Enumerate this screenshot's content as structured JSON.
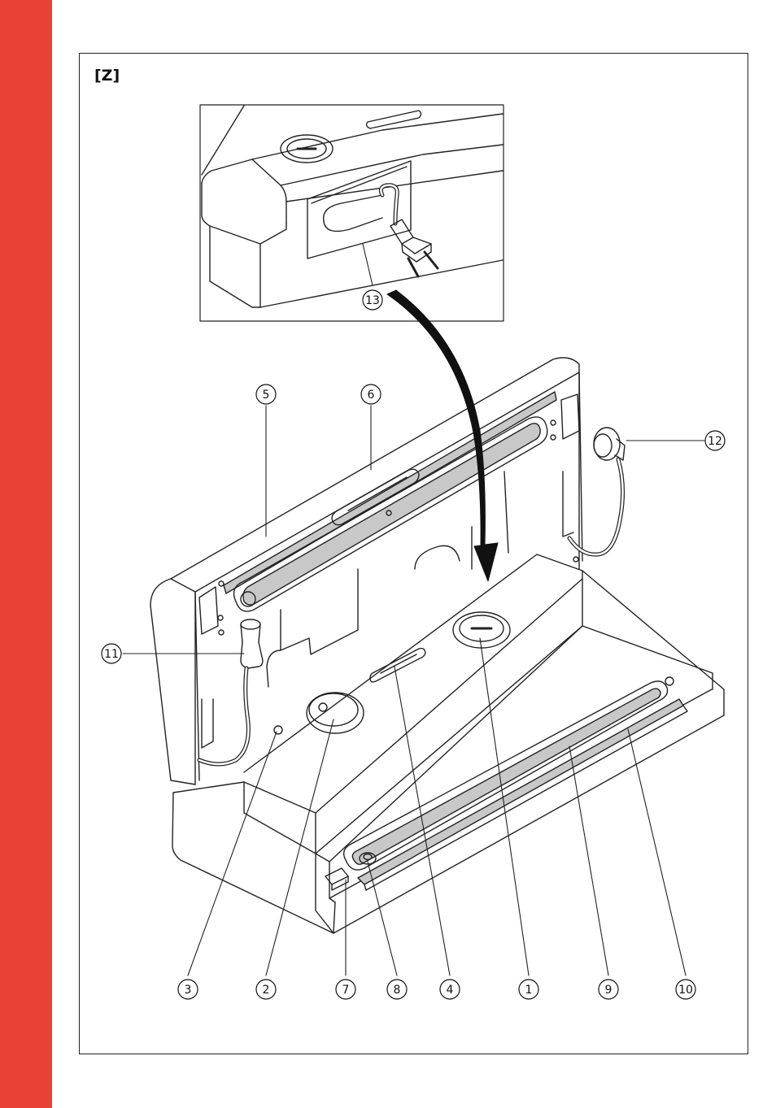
{
  "figure": {
    "label": "[Z]"
  },
  "callouts": [
    {
      "id": "c1",
      "text": "1"
    },
    {
      "id": "c2",
      "text": "2"
    },
    {
      "id": "c3",
      "text": "3"
    },
    {
      "id": "c4",
      "text": "4"
    },
    {
      "id": "c5",
      "text": "5"
    },
    {
      "id": "c6",
      "text": "6"
    },
    {
      "id": "c7",
      "text": "7"
    },
    {
      "id": "c8",
      "text": "8"
    },
    {
      "id": "c9",
      "text": "9"
    },
    {
      "id": "c10",
      "text": "10"
    },
    {
      "id": "c11",
      "text": "11"
    },
    {
      "id": "c12",
      "text": "12"
    },
    {
      "id": "c13",
      "text": "13"
    }
  ],
  "colors": {
    "accent_strip": "#ea4136",
    "line": "#222222",
    "gasket": "#c8c8c8"
  }
}
